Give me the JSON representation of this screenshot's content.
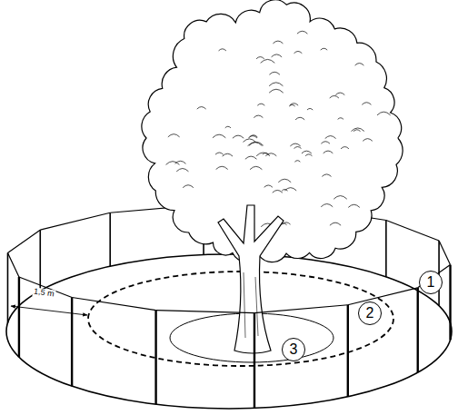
{
  "diagram": {
    "nodes": [
      {
        "text": [
          "1"
        ]
      },
      {
        "text": [
          "2"
        ]
      },
      {
        "text": [
          "3"
        ]
      }
    ],
    "labels": [
      "1,5 m"
    ]
  }
}
